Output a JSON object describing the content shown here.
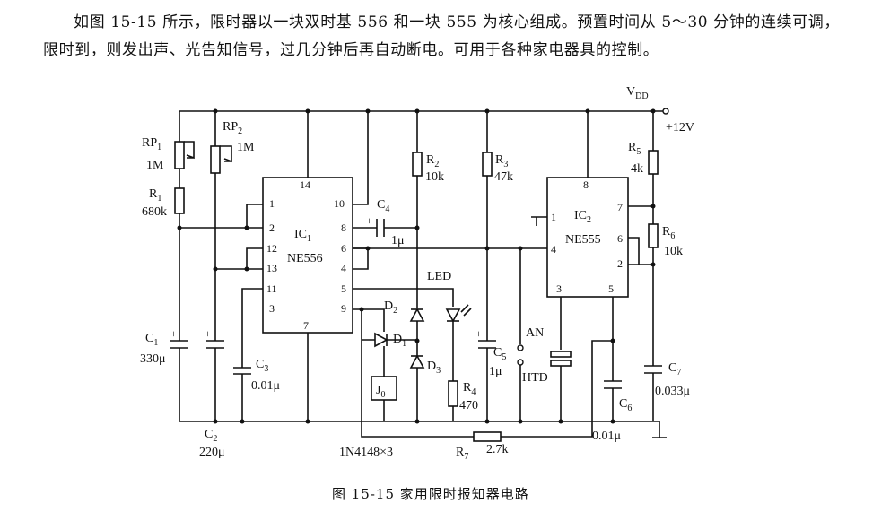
{
  "text": {
    "paragraph": "如图 15-15 所示，限时器以一块双时基 556 和一块 555 为核心组成。预置时间从 5～30 分钟的连续可调，限时到，则发出声、光告知信号，过几分钟后再自动断电。可用于各种家电器具的控制。",
    "caption": "图 15-15   家用限时报知器电路"
  },
  "components": {
    "vdd": "V",
    "vdd_sub": "DD",
    "supply": "+12V",
    "rp1": "RP",
    "rp1_sub": "1",
    "rp1_val": "1M",
    "rp2": "RP",
    "rp2_sub": "2",
    "rp2_val": "1M",
    "r1": "R",
    "r1_sub": "1",
    "r1_val": "680k",
    "r2": "R",
    "r2_sub": "2",
    "r2_val": "10k",
    "r3": "R",
    "r3_sub": "3",
    "r3_val": "47k",
    "r4": "R",
    "r4_sub": "4",
    "r4_val": "470",
    "r5": "R",
    "r5_sub": "5",
    "r5_val": "4k",
    "r6": "R",
    "r6_sub": "6",
    "r6_val": "10k",
    "r7": "R",
    "r7_sub": "7",
    "r7_val": "2.7k",
    "c1": "C",
    "c1_sub": "1",
    "c1_val": "330μ",
    "c2": "C",
    "c2_sub": "2",
    "c2_val": "220μ",
    "c3": "C",
    "c3_sub": "3",
    "c3_val": "0.01μ",
    "c4": "C",
    "c4_sub": "4",
    "c4_val": "1μ",
    "c5": "C",
    "c5_sub": "5",
    "c5_val": "1μ",
    "c6": "C",
    "c6_sub": "6",
    "c6_val": "0.01μ",
    "c7": "C",
    "c7_sub": "7",
    "c7_val": "0.033μ",
    "d1": "D",
    "d1_sub": "1",
    "d2": "D",
    "d2_sub": "2",
    "d3": "D",
    "d3_sub": "3",
    "diodes": "1N4148×3",
    "led": "LED",
    "relay": "J",
    "relay_sub": "0",
    "an": "AN",
    "htd": "HTD",
    "ic1": "IC",
    "ic1_sub": "1",
    "ic1_type": "NE556",
    "ic2": "IC",
    "ic2_sub": "2",
    "ic2_type": "NE555"
  },
  "pins": {
    "ic1": [
      "14",
      "1",
      "2",
      "12",
      "13",
      "11",
      "3",
      "7",
      "10",
      "8",
      "6",
      "4",
      "5",
      "9"
    ],
    "ic2": [
      "8",
      "1",
      "4",
      "7",
      "6",
      "2",
      "3",
      "5"
    ]
  }
}
